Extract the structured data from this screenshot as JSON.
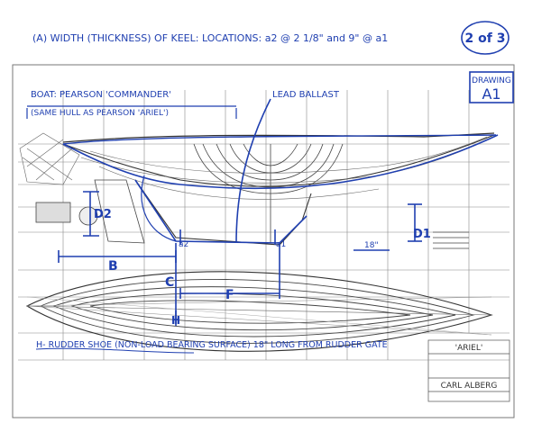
{
  "header_note": "(A) WIDTH (THICKNESS) OF KEEL: LOCATIONS: a2 @ 2 1/8\" and 9\" @ a1",
  "page_badge": "2 of 3",
  "drawing_box": {
    "line1": "DRAWING",
    "line2": "A1"
  },
  "boat_note": {
    "line1": "BOAT: PEARSON 'COMMANDER'",
    "line2": "(SAME HULL AS PEARSON 'ARIEL')"
  },
  "lead_ballast": "LEAD BALLAST",
  "dimension_labels": {
    "d2": "D2",
    "d1": "D1",
    "b": "B",
    "c": "C",
    "f": "F",
    "h": "H",
    "a2": "a2",
    "a1": "a1",
    "eighteen": "18\""
  },
  "rudder_note": "H- RUDDER SHOE (NON-LOAD BEARING SURFACE) 18\" LONG FROM RUDDER GATE",
  "title_block": {
    "name": "'ARIEL'",
    "line2": "CARL ALBERG"
  },
  "colors": {
    "ink_blue": "#1f3fb0",
    "pencil": "#555555",
    "paper": "#ffffff"
  }
}
